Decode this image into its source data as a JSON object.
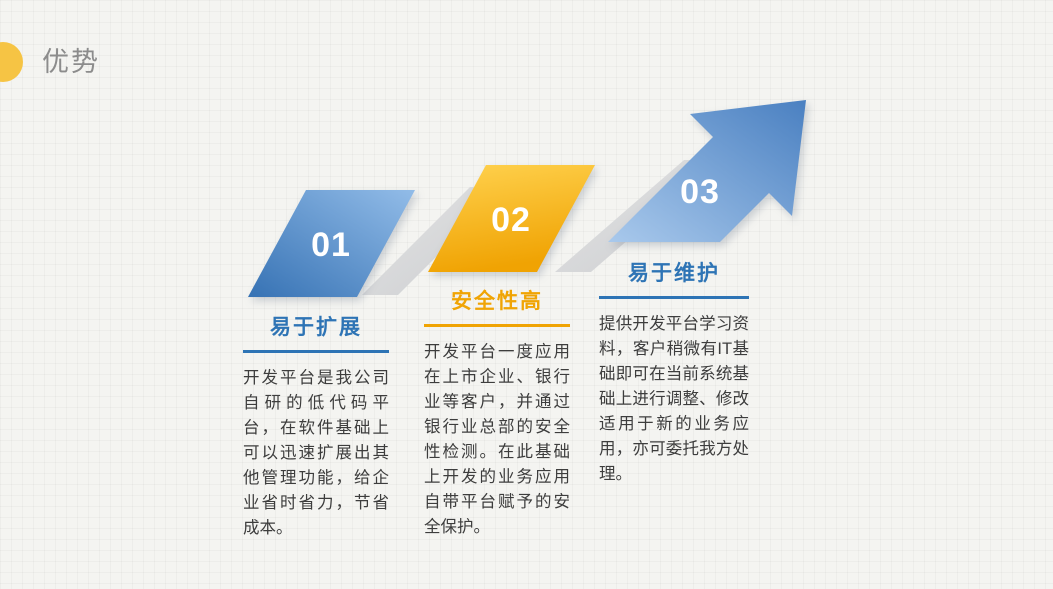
{
  "slide": {
    "title": "优势",
    "steps": [
      {
        "number": "01",
        "title": "易于扩展",
        "body": "开发平台是我公司自研的低代码平台，在软件基础上可以迅速扩展出其他管理功能，给企业省时省力，节省成本。",
        "accent_color": "#2e74b5"
      },
      {
        "number": "02",
        "title": "安全性高",
        "body": "开发平台一度应用在上市企业、银行业等客户，并通过银行业总部的安全性检测。在此基础上开发的业务应用自带平台赋予的安全保护。",
        "accent_color": "#f0a404"
      },
      {
        "number": "03",
        "title": "易于维护",
        "body": "提供开发平台学习资料，客户稍微有IT基础即可在当前系统基础上进行调整、修改适用于新的业务应用，亦可委托我方处理。",
        "accent_color": "#2e74b5"
      }
    ],
    "colors": {
      "step1_shape": "#3a74b6",
      "step2_shape": "#f2a70a",
      "step3_shape": "#4a80c1",
      "connector": "#d6d7d9",
      "title_text": "#8c8c8c",
      "body_text": "#3d3d3d",
      "accent_circle": "#f6c444",
      "background": "#f4f4f1"
    }
  }
}
